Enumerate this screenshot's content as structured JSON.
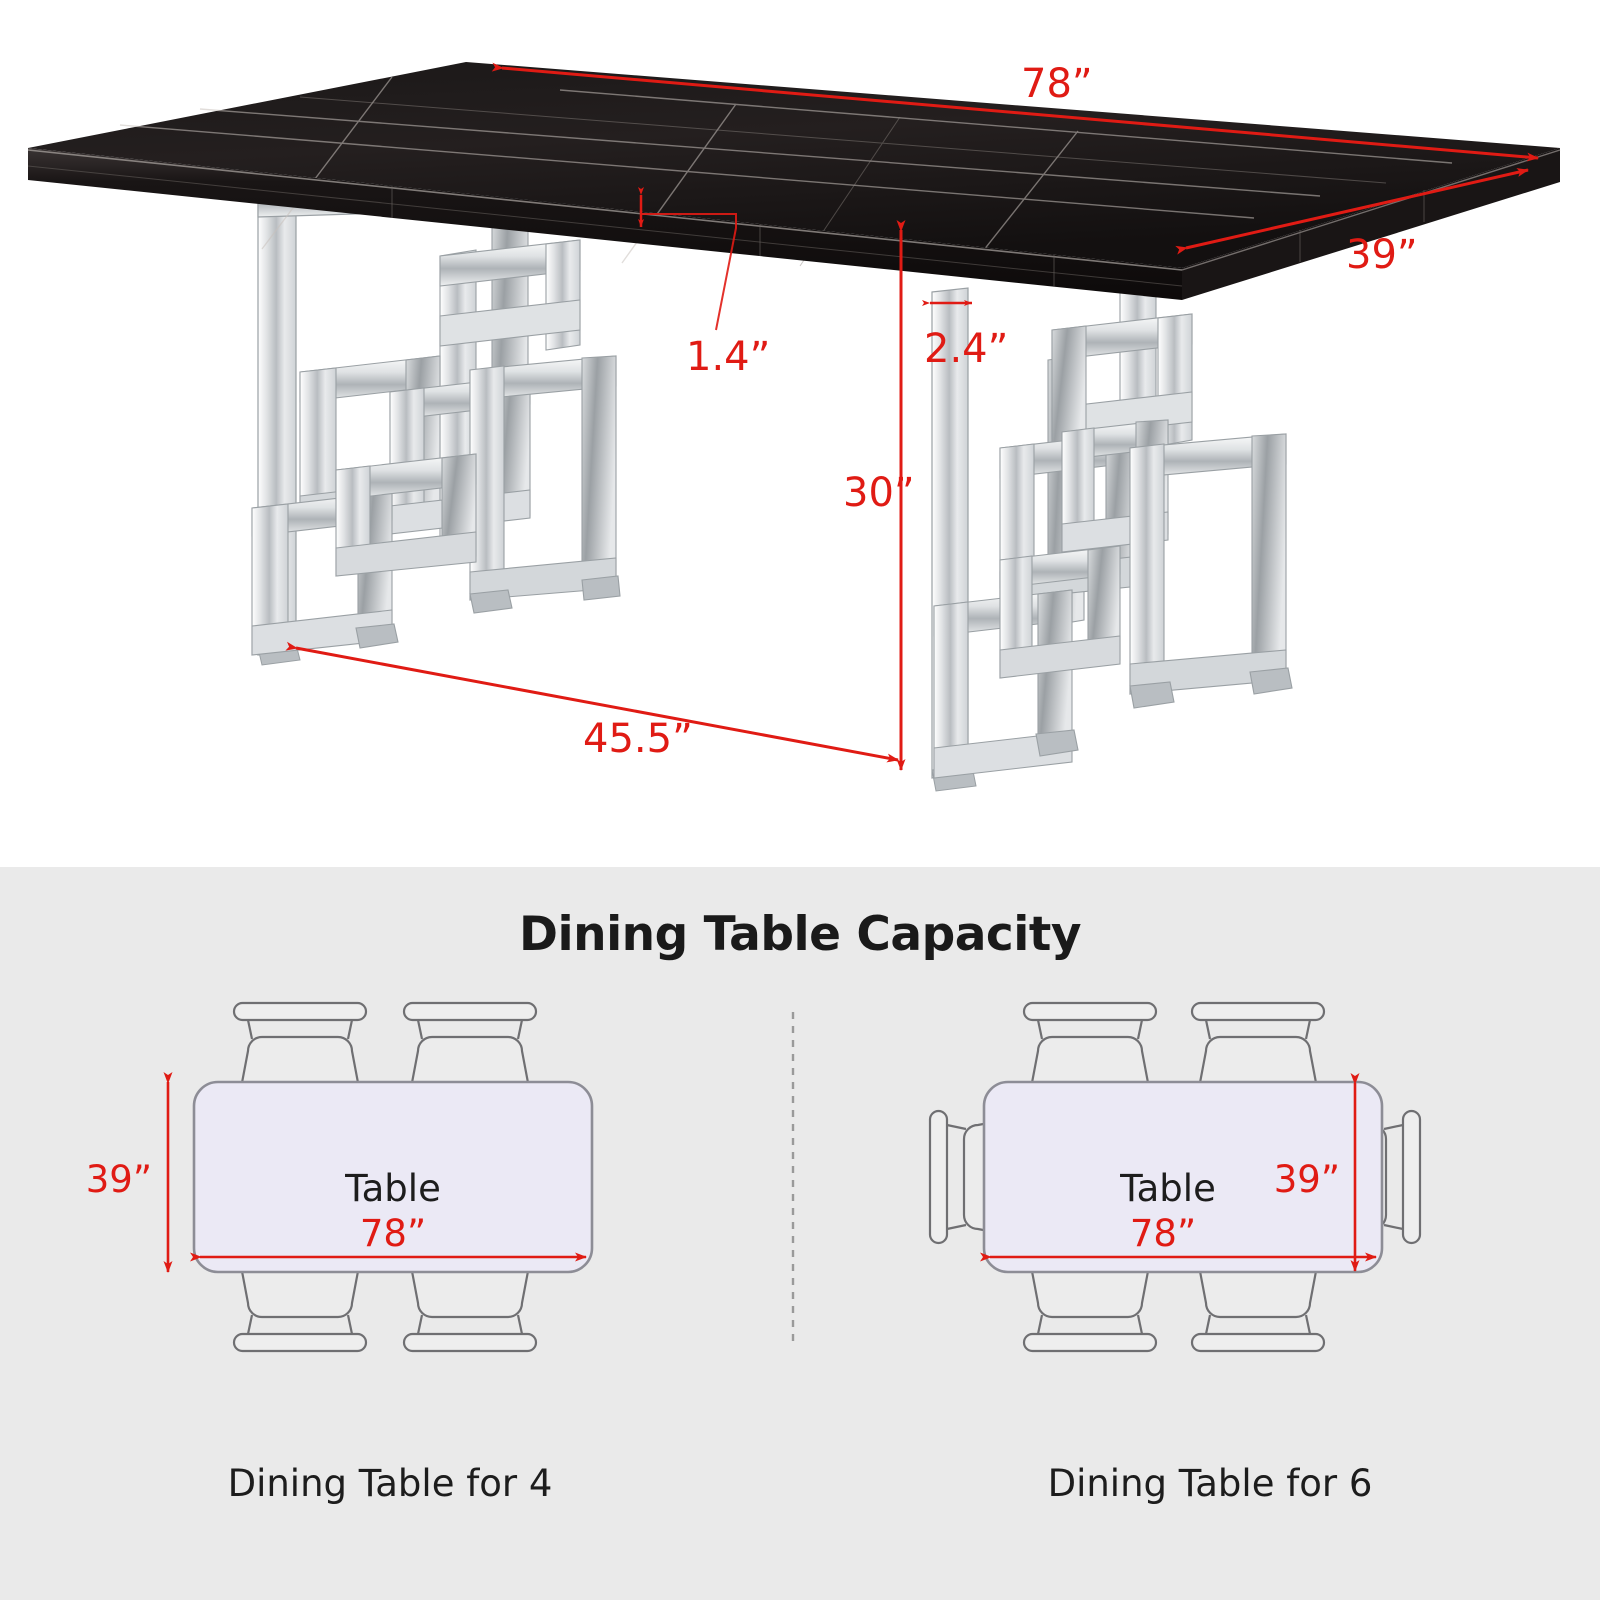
{
  "top_panel": {
    "product": "black marble dining table with geometric chrome base",
    "dimensions": {
      "length": "78”",
      "width": "39”",
      "top_thickness": "1.4”",
      "leg_thickness": "2.4”",
      "height": "30”",
      "base_span": "45.5”"
    },
    "annotation_color": "#e01b14"
  },
  "capacity": {
    "title": "Dining Table Capacity",
    "diagrams": [
      {
        "caption": "Dining Table for 4",
        "table_label": "Table",
        "length_label": "78”",
        "width_label": "39”",
        "seats": 4
      },
      {
        "caption": "Dining Table for 6",
        "table_label": "Table",
        "length_label": "78”",
        "width_label": "39”",
        "seats": 6
      }
    ],
    "table_fill": "#ebe9f5",
    "table_stroke": "#8d8d96",
    "chair_stroke": "#6f6f72",
    "annotation_color": "#e01b14",
    "background": "#eaeaea"
  }
}
